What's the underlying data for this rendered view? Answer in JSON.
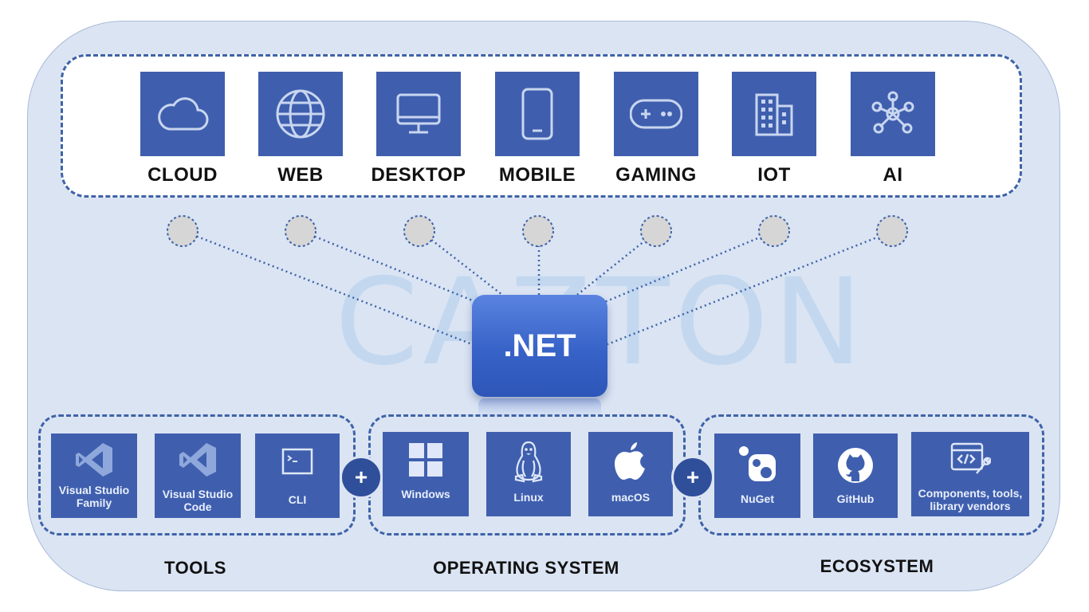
{
  "watermark": "CAZTON",
  "center": {
    "label": ".NET"
  },
  "workloads": [
    {
      "label": "CLOUD",
      "icon": "cloud-icon"
    },
    {
      "label": "WEB",
      "icon": "globe-icon"
    },
    {
      "label": "DESKTOP",
      "icon": "monitor-icon"
    },
    {
      "label": "MOBILE",
      "icon": "phone-icon"
    },
    {
      "label": "GAMING",
      "icon": "gamepad-icon"
    },
    {
      "label": "IOT",
      "icon": "building-icon"
    },
    {
      "label": "AI",
      "icon": "network-icon"
    }
  ],
  "tools": {
    "title": "TOOLS",
    "items": [
      {
        "label": "Visual Studio Family",
        "icon": "visual-studio-icon"
      },
      {
        "label": "Visual Studio Code",
        "icon": "vscode-icon"
      },
      {
        "label": "CLI",
        "icon": "terminal-icon"
      }
    ]
  },
  "os": {
    "title": "OPERATING SYSTEM",
    "items": [
      {
        "label": "Windows",
        "icon": "windows-icon"
      },
      {
        "label": "Linux",
        "icon": "linux-icon"
      },
      {
        "label": "macOS",
        "icon": "apple-icon"
      }
    ]
  },
  "ecosystem": {
    "title": "ECOSYSTEM",
    "items": [
      {
        "label": "NuGet",
        "icon": "nuget-icon"
      },
      {
        "label": "GitHub",
        "icon": "github-icon"
      },
      {
        "label": "Components, tools, library vendors",
        "icon": "code-wrench-icon"
      }
    ]
  },
  "connectors": {
    "plus_symbol": "+"
  },
  "colors": {
    "tile": "#3f5fae",
    "dashed_border": "#3e63a8",
    "panel": "#dbe4f3",
    "net_gradient_top": "#5a84e0",
    "net_gradient_bottom": "#2d56b8"
  }
}
